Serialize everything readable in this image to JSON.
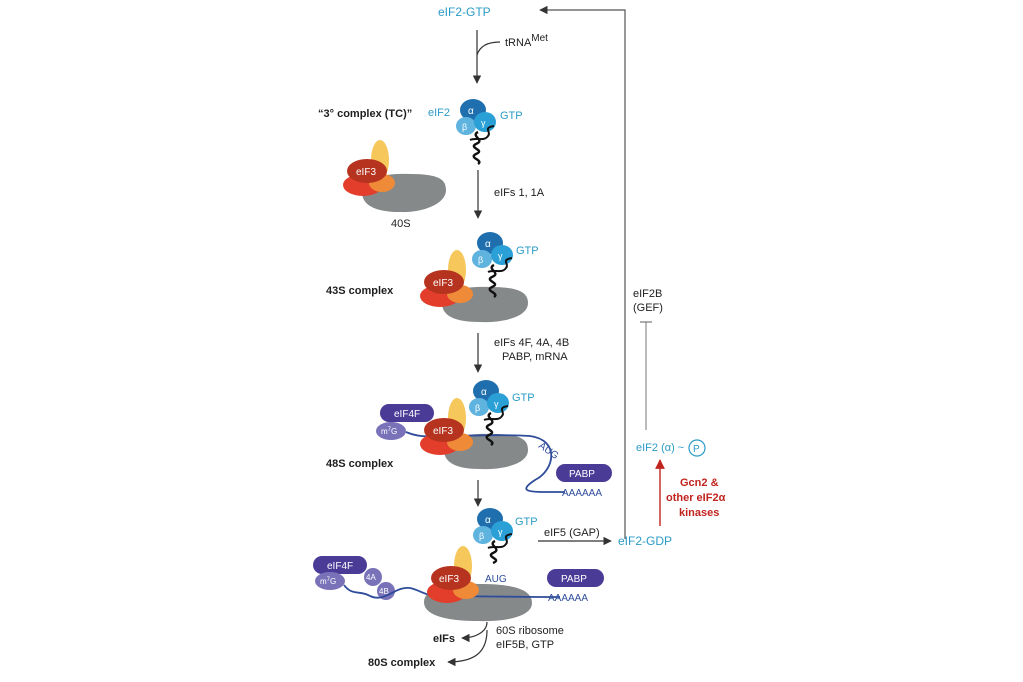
{
  "top_state": "eIF2-GTP",
  "trna_label": "tRNA",
  "trna_sup": "Met",
  "tc_label": "“3° complex (TC)”",
  "eif2_label": "eIF2",
  "gtp": "GTP",
  "alpha": "α",
  "beta": "β",
  "gamma": "γ",
  "eif3": "eIF3",
  "s40": "40S",
  "step1": "eIFs 1, 1A",
  "c43": "43S complex",
  "step2_line1": "eIFs 4F, 4A, 4B",
  "step2_line2": "PABP, mRNA",
  "eif4f": "eIF4F",
  "m7g_m": "m",
  "m7g_sup": "7",
  "m7g_g": "G",
  "aug": "AUG",
  "pabp": "PABP",
  "polya": "AAAAAA",
  "c48": "48S complex",
  "eif5": "eIF5 (GAP)",
  "gdp_state": "eIF2-GDP",
  "eif2b_line1": "eIF2B",
  "eif2b_line2": "(GEF)",
  "phospho_label": "eIF2 (α) ~",
  "phospho_p": "P",
  "kinase_line1": "Gcn2 &",
  "kinase_line2": "other eIF2α",
  "kinase_line3": "kinases",
  "f4a": "4A",
  "f4b": "4B",
  "eifs_out": "eIFs",
  "ribo60_line1": "60S ribosome",
  "ribo60_line2": "eIF5B, GTP",
  "c80": "80S complex"
}
